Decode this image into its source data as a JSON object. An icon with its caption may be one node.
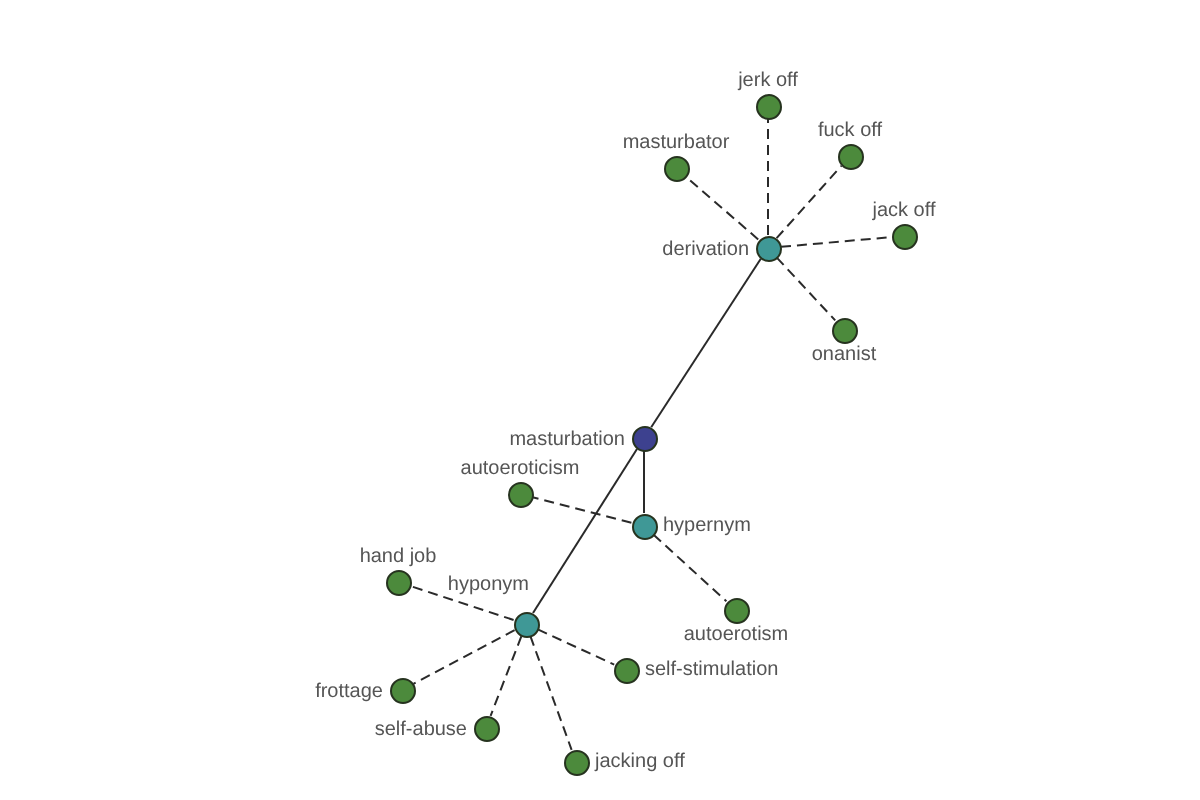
{
  "diagram": {
    "nodes": [
      {
        "text": [
          "jerk off"
        ]
      },
      {
        "text": [
          "masturbator"
        ]
      },
      {
        "text": [
          "fuck off"
        ]
      },
      {
        "text": [
          "jack off"
        ]
      },
      {
        "text": [
          "derivation"
        ]
      },
      {
        "text": [
          "onanist"
        ]
      },
      {
        "text": [
          "masturbation"
        ]
      },
      {
        "text": [
          "autoeroticism"
        ]
      },
      {
        "text": [
          "hypernym"
        ]
      },
      {
        "text": [
          "hand job"
        ]
      },
      {
        "text": [
          "hyponym"
        ]
      },
      {
        "text": [
          "autoerotism"
        ]
      },
      {
        "text": [
          "self-stimulation"
        ]
      },
      {
        "text": [
          "frottage"
        ]
      },
      {
        "text": [
          "self-abuse"
        ]
      },
      {
        "text": [
          "jacking off"
        ]
      }
    ],
    "edges": [
      {
        "from": 6,
        "to": 4,
        "arrow": "none"
      },
      {
        "from": 6,
        "to": 8,
        "arrow": "none"
      },
      {
        "from": 6,
        "to": 10,
        "arrow": "none"
      },
      {
        "from": 4,
        "to": 0,
        "arrow": "none",
        "style": "dashed"
      },
      {
        "from": 4,
        "to": 1,
        "arrow": "none",
        "style": "dashed"
      },
      {
        "from": 4,
        "to": 2,
        "arrow": "none",
        "style": "dashed"
      },
      {
        "from": 4,
        "to": 3,
        "arrow": "none",
        "style": "dashed"
      },
      {
        "from": 4,
        "to": 5,
        "arrow": "none",
        "style": "dashed"
      },
      {
        "from": 8,
        "to": 7,
        "arrow": "none",
        "style": "dashed"
      },
      {
        "from": 8,
        "to": 11,
        "arrow": "none",
        "style": "dashed"
      },
      {
        "from": 10,
        "to": 9,
        "arrow": "none",
        "style": "dashed"
      },
      {
        "from": 10,
        "to": 13,
        "arrow": "none",
        "style": "dashed"
      },
      {
        "from": 10,
        "to": 14,
        "arrow": "none",
        "style": "dashed"
      },
      {
        "from": 10,
        "to": 15,
        "arrow": "none",
        "style": "dashed"
      },
      {
        "from": 10,
        "to": 12,
        "arrow": "none",
        "style": "dashed"
      }
    ]
  }
}
